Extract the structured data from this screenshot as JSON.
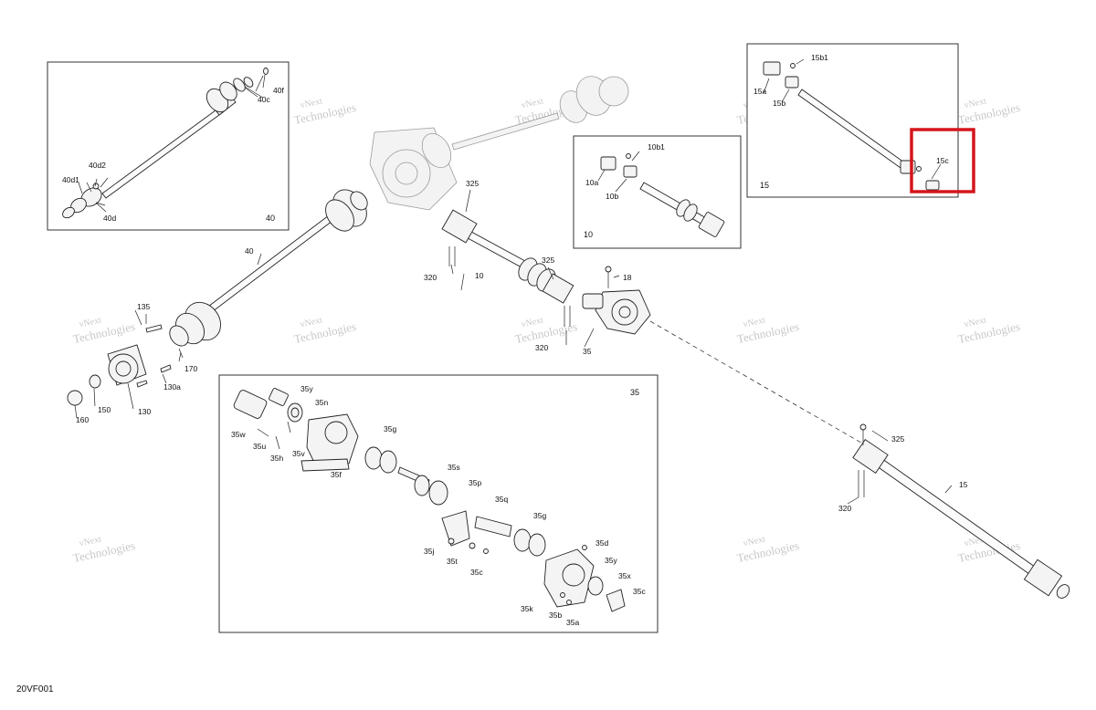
{
  "figure_code": "20VF001",
  "highlight_color": "#d4161c",
  "watermark_line1": "vNext",
  "watermark_line2": "Technologies",
  "boxes": {
    "b40": "40",
    "b10": "10",
    "b15": "15",
    "b35": "35"
  },
  "callouts": {
    "c_40f": "40f",
    "c_40c": "40c",
    "c_40d2": "40d2",
    "c_40d1": "40d1",
    "c_40d": "40d",
    "c_40": "40",
    "c_325a": "325",
    "c_10": "10",
    "c_320a": "320",
    "c_325b": "325",
    "c_18": "18",
    "c_320b": "320",
    "c_35": "35",
    "c_10b1": "10b1",
    "c_10a": "10a",
    "c_10b": "10b",
    "c_15b1": "15b1",
    "c_15a": "15a",
    "c_15b": "15b",
    "c_15c": "15c",
    "c_135": "135",
    "c_170": "170",
    "c_130a": "130a",
    "c_150": "150",
    "c_130": "130",
    "c_160": "160",
    "c_325c": "325",
    "c_15": "15",
    "c_320c": "320",
    "c_35y": "35y",
    "c_35n": "35n",
    "c_35w": "35w",
    "c_35u": "35u",
    "c_35h": "35h",
    "c_35v": "35v",
    "c_35f": "35f",
    "c_35g": "35g",
    "c_35s": "35s",
    "c_35p": "35p",
    "c_35q": "35q",
    "c_35g2": "35g",
    "c_35j": "35j",
    "c_35t": "35t",
    "c_35c": "35c",
    "c_35d": "35d",
    "c_35y2": "35y",
    "c_35x": "35x",
    "c_35c2": "35c",
    "c_35k": "35k",
    "c_35b": "35b",
    "c_35a": "35a"
  }
}
